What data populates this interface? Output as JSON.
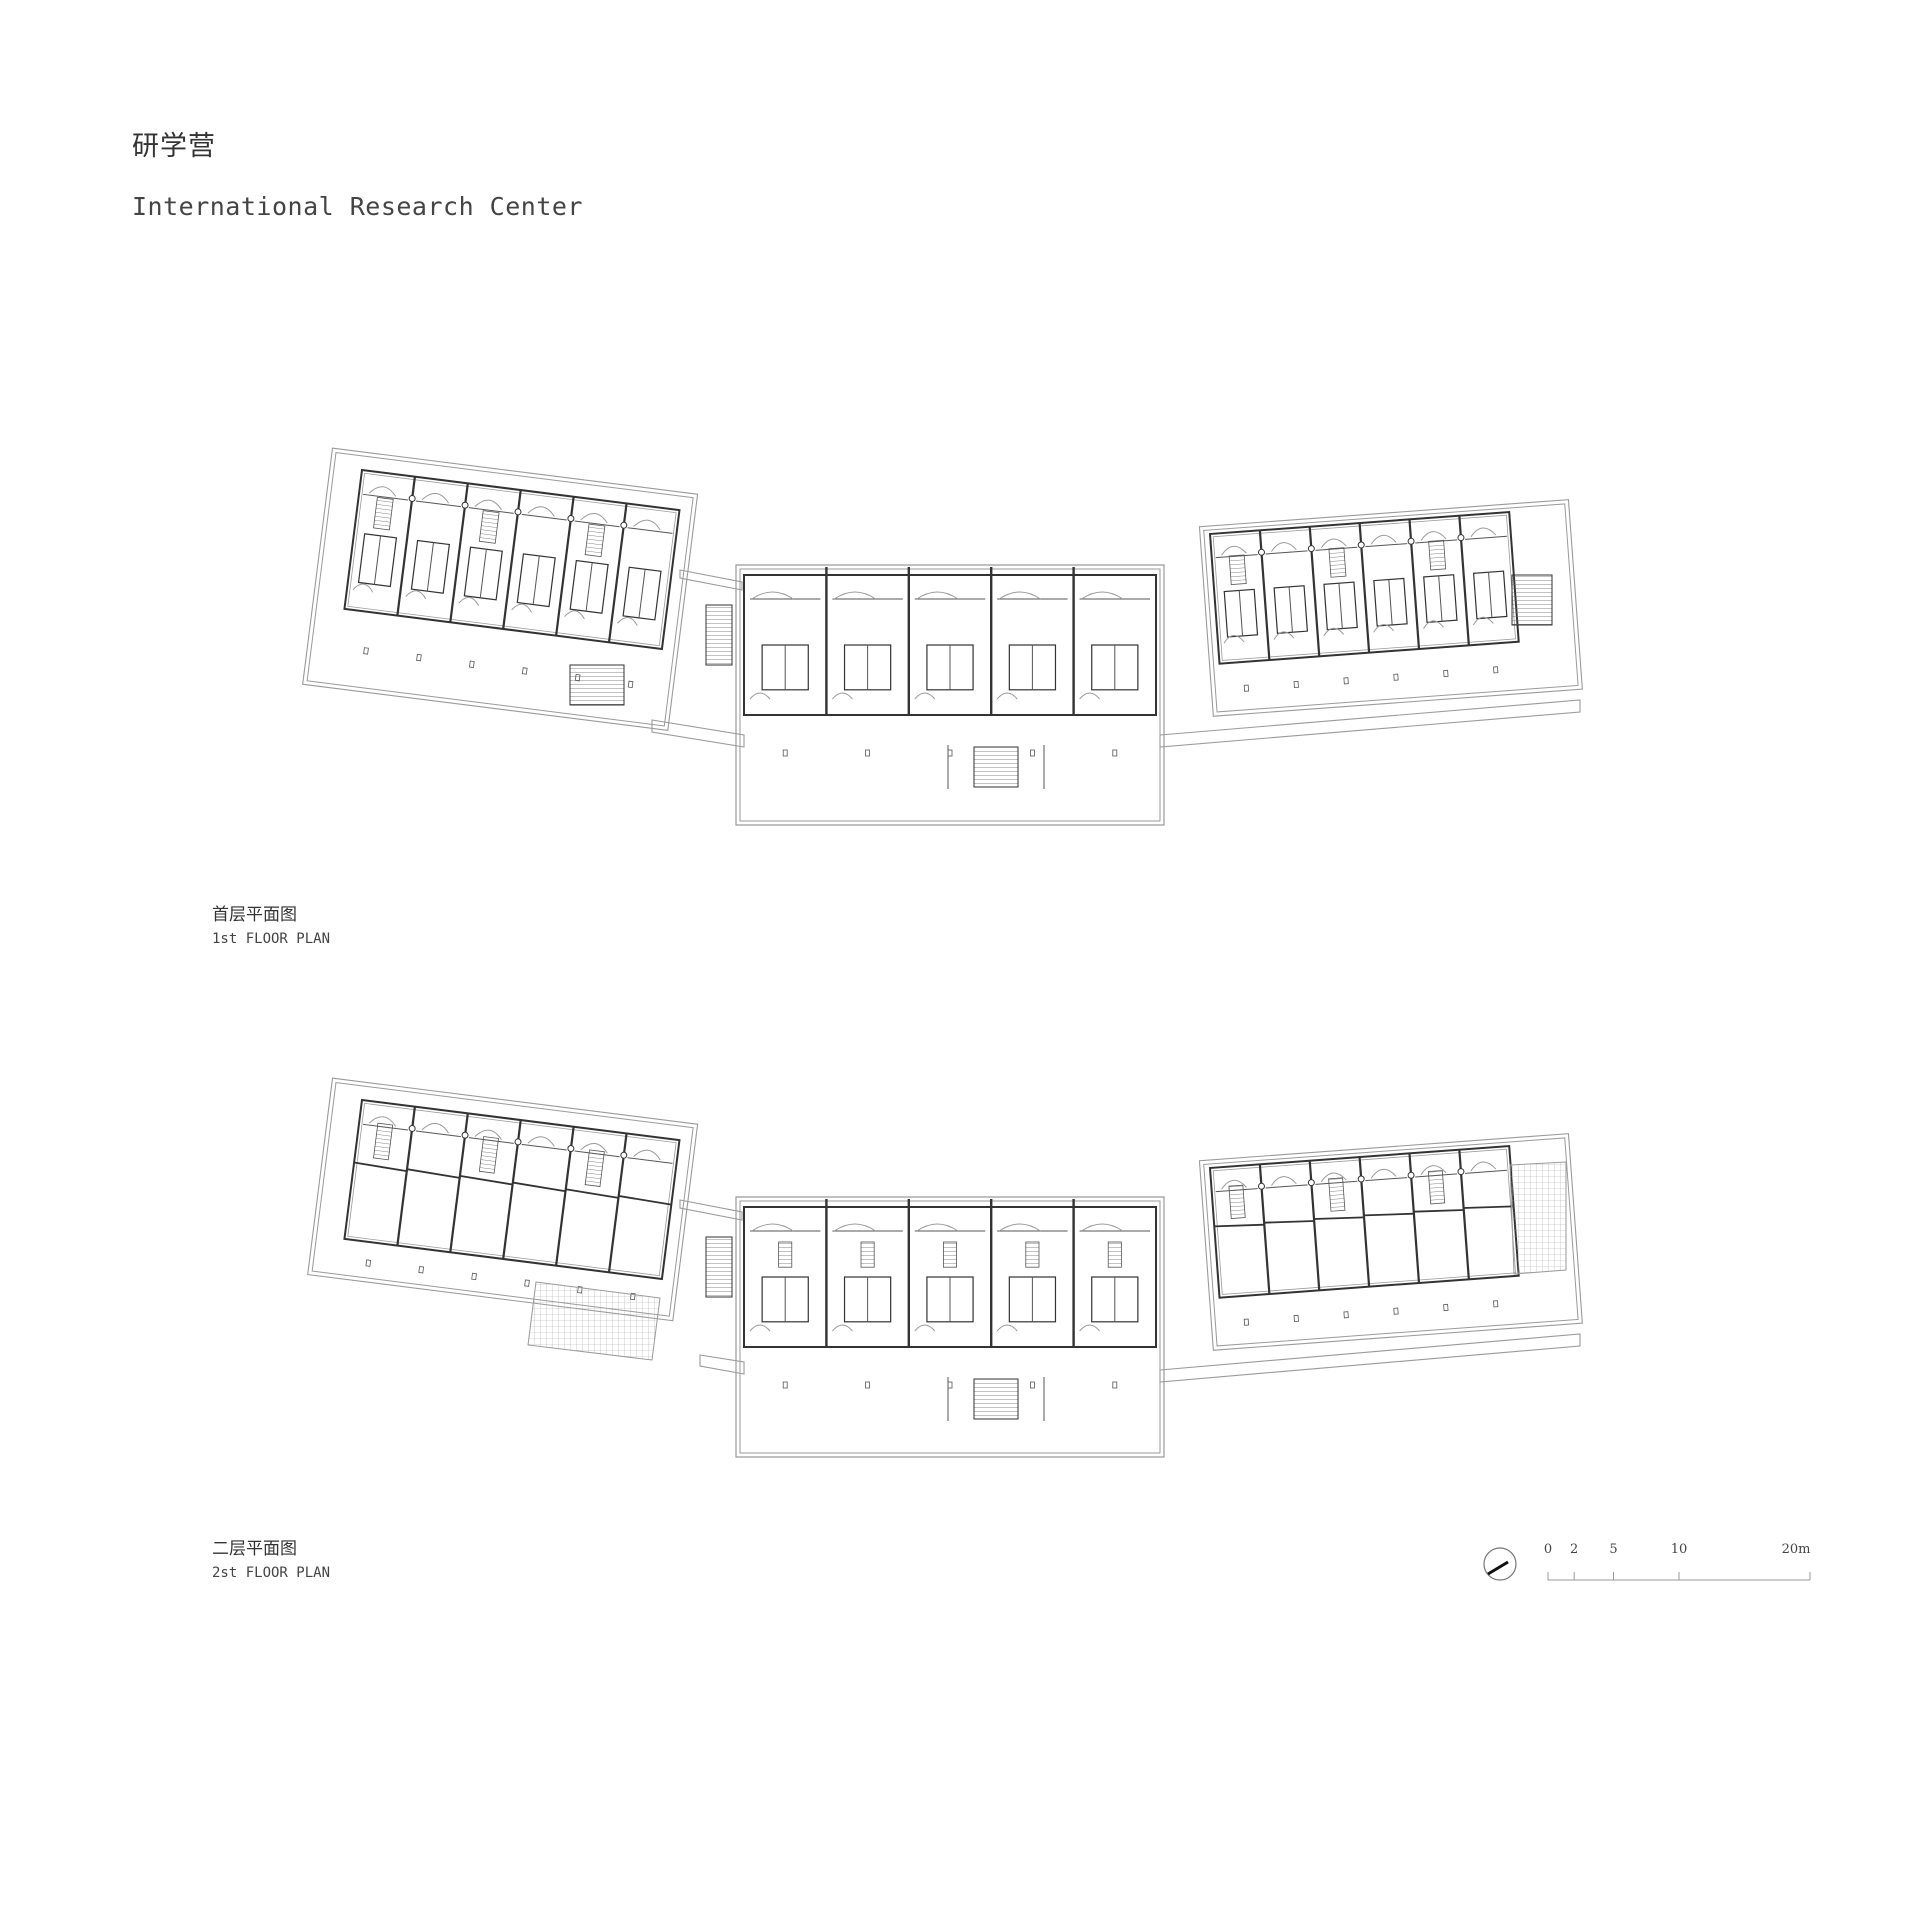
{
  "header": {
    "title_cn": "研学营",
    "title_en": "International Research Center"
  },
  "plans": [
    {
      "caption_cn": "首层平面图",
      "caption_en": "1st FLOOR PLAN"
    },
    {
      "caption_cn": "二层平面图",
      "caption_en": "2st FLOOR PLAN"
    }
  ],
  "scale_bar": {
    "ticks": [
      "0",
      "2",
      "5",
      "10",
      "20m"
    ],
    "tick_values": [
      0,
      2,
      5,
      10,
      20
    ]
  },
  "colors": {
    "line": "#555555",
    "wall": "#333333",
    "light": "#9a9a9a"
  },
  "north_arrow": {
    "icon": "north-arrow-icon"
  }
}
